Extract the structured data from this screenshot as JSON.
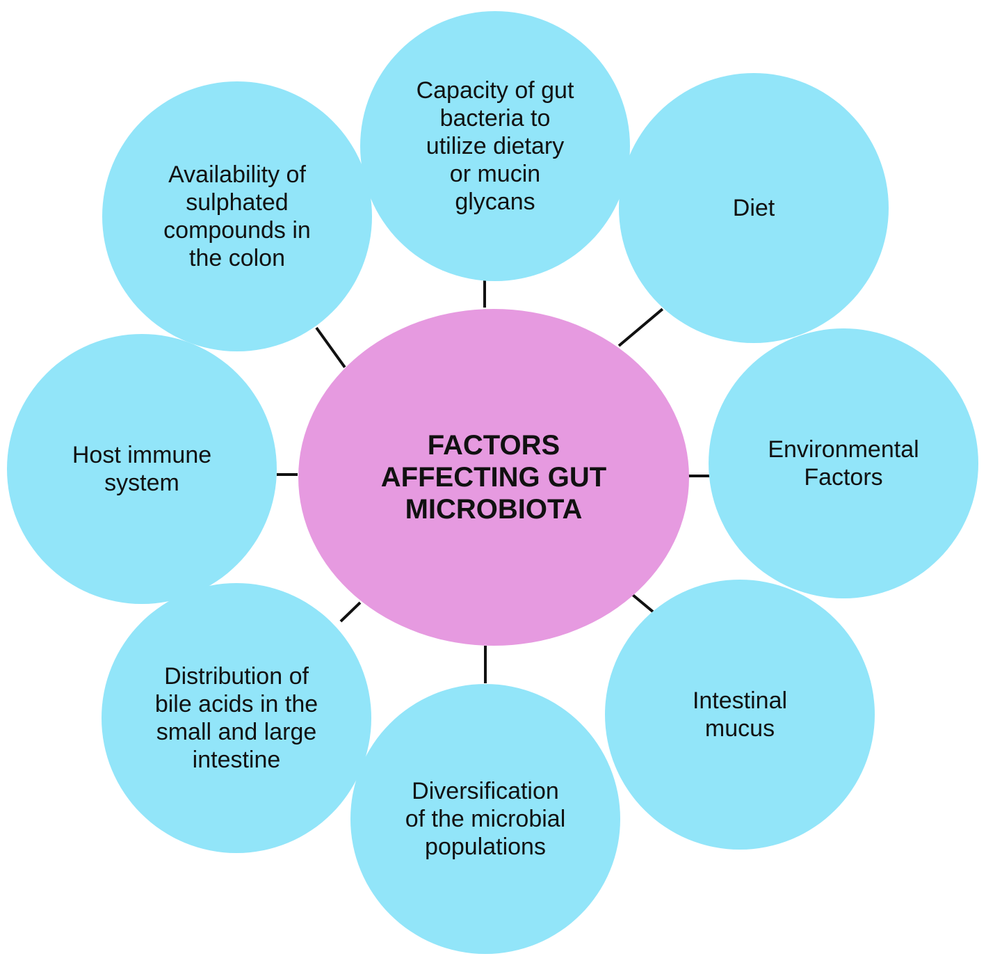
{
  "colors": {
    "center_fill": "#e69ae0",
    "satellite_fill": "#92e5f9",
    "connector": "#111111",
    "text": "#111111"
  },
  "center": {
    "label": "FACTORS\nAFFECTING GUT\nMICROBIOTA"
  },
  "factors": [
    {
      "id": "capacity",
      "label": "Capacity of gut\nbacteria to\nutilize dietary\nor mucin\nglycans"
    },
    {
      "id": "diet",
      "label": "Diet"
    },
    {
      "id": "environmental",
      "label": "Environmental\nFactors"
    },
    {
      "id": "mucus",
      "label": "Intestinal\nmucus"
    },
    {
      "id": "diversification",
      "label": "Diversification\nof the microbial\npopulations"
    },
    {
      "id": "bile",
      "label": "Distribution of\nbile acids in the\nsmall and large\nintestine"
    },
    {
      "id": "immune",
      "label": "Host immune\nsystem"
    },
    {
      "id": "sulphated",
      "label": "Availability of\nsulphated\ncompounds in\nthe colon"
    }
  ]
}
